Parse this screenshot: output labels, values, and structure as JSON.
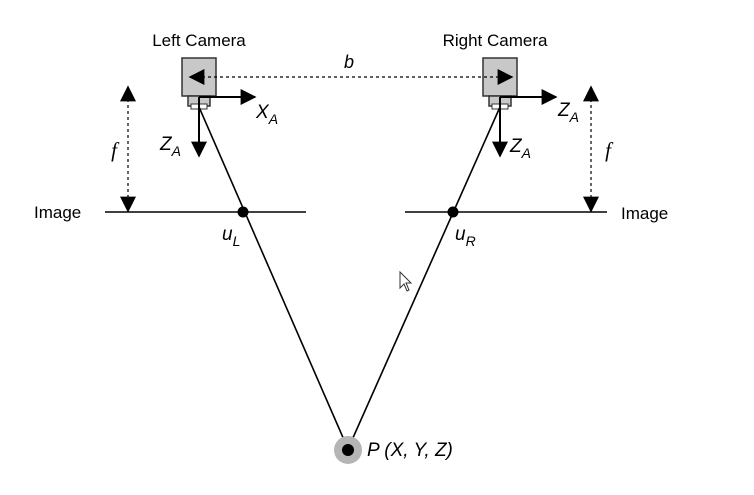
{
  "labels": {
    "left_camera": "Left Camera",
    "right_camera": "Right Camera",
    "baseline": "b",
    "focal_left": "f",
    "focal_right": "f",
    "image_left": "Image",
    "image_right": "Image",
    "axis_x_left": {
      "main": "X",
      "sub": "A"
    },
    "axis_z_left": {
      "main": "Z",
      "sub": "A"
    },
    "axis_z_right_horizontal": {
      "main": "Z",
      "sub": "A"
    },
    "axis_z_right_vertical": {
      "main": "Z",
      "sub": "A"
    },
    "proj_left": {
      "main": "u",
      "sub": "L"
    },
    "proj_right": {
      "main": "u",
      "sub": "R"
    },
    "point": {
      "main": "P",
      "rest": " (X, Y, Z)"
    }
  },
  "colors": {
    "line": "#000000",
    "camera_body": "#c8c8c8",
    "camera_stroke": "#333333",
    "point_halo": "#b5b5b5"
  },
  "icons": {
    "cursor": "mouse-pointer-icon"
  }
}
